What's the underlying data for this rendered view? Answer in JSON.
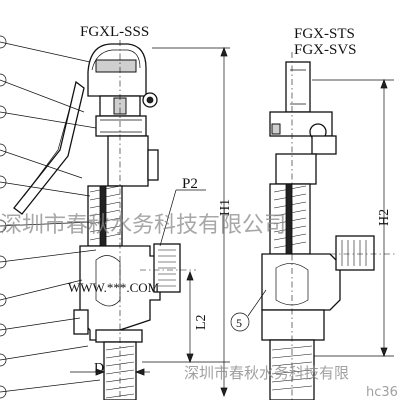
{
  "left_valve": {
    "model": "FGXL-SSS",
    "port_label": "P2",
    "dim_height": "H1",
    "dim_length": "L2",
    "dim_diameter": "D",
    "website": "WWW.***.COM"
  },
  "right_valve": {
    "model_line1": "FGX-STS",
    "model_line2": "FGX-SVS",
    "dim_height": "H2",
    "callout_number": "5"
  },
  "watermarks": {
    "main": "深圳市春秋水务科技有限公司",
    "bottom": "深圳市春秋水务科技有限",
    "corner": "hc36"
  }
}
